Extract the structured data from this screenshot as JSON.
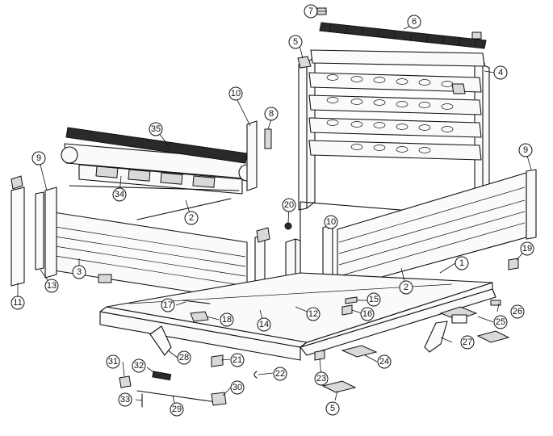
{
  "diagram": {
    "callouts": [
      {
        "id": "c1",
        "label": "1"
      },
      {
        "id": "c2a",
        "label": "2"
      },
      {
        "id": "c2b",
        "label": "2"
      },
      {
        "id": "c3",
        "label": "3"
      },
      {
        "id": "c4",
        "label": "4"
      },
      {
        "id": "c5a",
        "label": "5"
      },
      {
        "id": "c5b",
        "label": "5"
      },
      {
        "id": "c6",
        "label": "6"
      },
      {
        "id": "c7",
        "label": "7"
      },
      {
        "id": "c8",
        "label": "8"
      },
      {
        "id": "c9a",
        "label": "9"
      },
      {
        "id": "c9b",
        "label": "9"
      },
      {
        "id": "c10a",
        "label": "10"
      },
      {
        "id": "c10b",
        "label": "10"
      },
      {
        "id": "c11",
        "label": "11"
      },
      {
        "id": "c12",
        "label": "12"
      },
      {
        "id": "c13",
        "label": "13"
      },
      {
        "id": "c14",
        "label": "14"
      },
      {
        "id": "c15",
        "label": "15"
      },
      {
        "id": "c16",
        "label": "16"
      },
      {
        "id": "c17",
        "label": "17"
      },
      {
        "id": "c18",
        "label": "18"
      },
      {
        "id": "c19",
        "label": "19"
      },
      {
        "id": "c20",
        "label": "20"
      },
      {
        "id": "c21",
        "label": "21"
      },
      {
        "id": "c22",
        "label": "22"
      },
      {
        "id": "c23",
        "label": "23"
      },
      {
        "id": "c24",
        "label": "24"
      },
      {
        "id": "c25",
        "label": "25"
      },
      {
        "id": "c26",
        "label": "26"
      },
      {
        "id": "c27",
        "label": "27"
      },
      {
        "id": "c28",
        "label": "28"
      },
      {
        "id": "c29",
        "label": "29"
      },
      {
        "id": "c30",
        "label": "30"
      },
      {
        "id": "c31",
        "label": "31"
      },
      {
        "id": "c32",
        "label": "32"
      },
      {
        "id": "c33",
        "label": "33"
      },
      {
        "id": "c34",
        "label": "34"
      },
      {
        "id": "c35",
        "label": "35"
      }
    ]
  }
}
